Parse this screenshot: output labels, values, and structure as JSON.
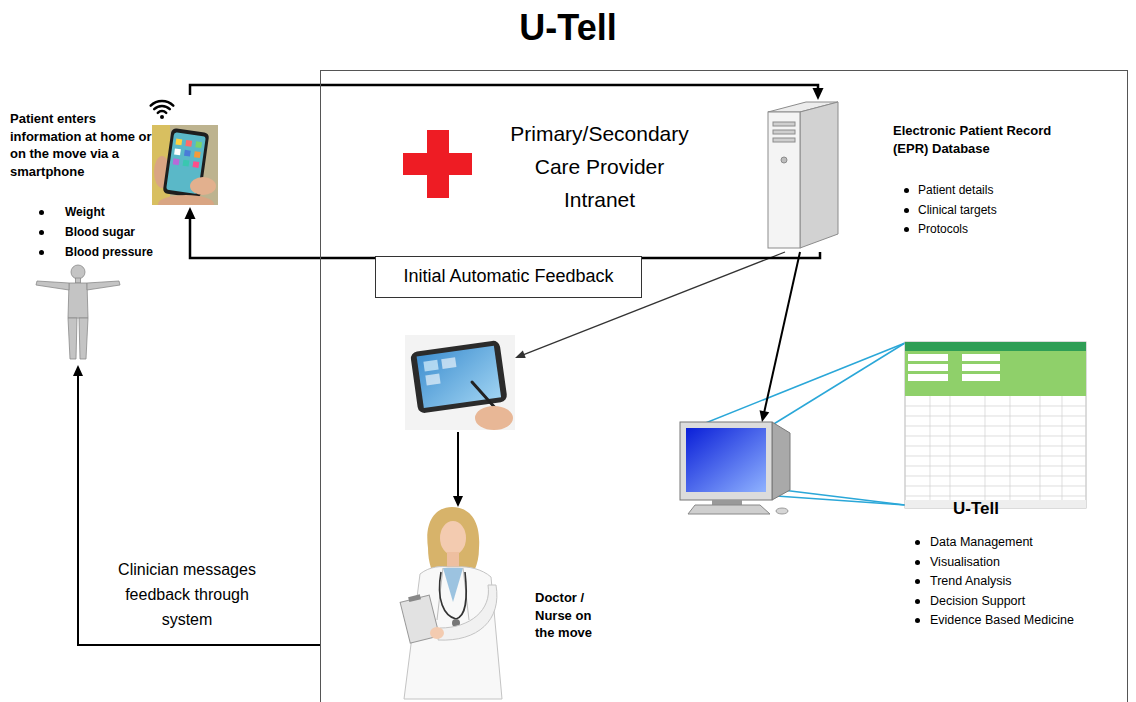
{
  "diagram": {
    "title": "U-Tell",
    "nodes": [
      {
        "text": [
          "Patient enters information at home or on the move via a smartphone"
        ]
      },
      {
        "text": [
          "Weight",
          "Blood sugar",
          "Blood pressure"
        ]
      },
      {
        "text": [
          "Primary/Secondary Care Provider Intranet"
        ]
      },
      {
        "text": [
          "Electronic Patient Record (EPR) Database",
          "Patient details",
          "Clinical targets",
          "Protocols"
        ],
        "in": 2
      },
      {
        "text": [
          "Doctor / Nurse on the move"
        ],
        "in": 2
      },
      {
        "text": [
          "U-Tell",
          "Data Management",
          "Visualisation",
          "Trend Analysis",
          "Decision Support",
          "Evidence Based Medicine"
        ],
        "in": 2
      }
    ],
    "edges": [
      {
        "from": 0,
        "to": 3,
        "arrow": "to"
      },
      {
        "from": 3,
        "to": 0,
        "label": "Initial Automatic Feedback",
        "arrow": "to"
      },
      {
        "from": 3,
        "to": 4,
        "arrow": "to"
      },
      {
        "from": 3,
        "to": 5,
        "arrow": "to"
      },
      {
        "from": 2,
        "to": 1,
        "label": "Clinician messages feedback through system",
        "arrow": "to"
      }
    ]
  }
}
